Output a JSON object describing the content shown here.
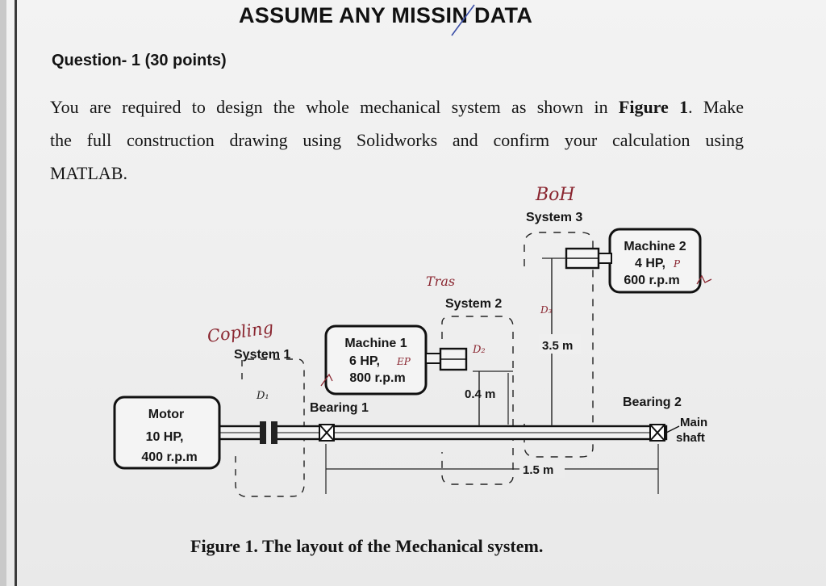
{
  "header": {
    "title": "ASSUME ANY MISSIN DATA"
  },
  "question": {
    "heading": "Question- 1 (30 points)",
    "line1_pre": "You are required to design the whole mechanical system as shown in",
    "line1_bold": "Figure 1",
    "line1_post": ". Make",
    "line2": "the full construction drawing using Solidworks and confirm your calculation using",
    "line3": "MATLAB."
  },
  "figure": {
    "caption": "Figure 1. The layout of the Mechanical system.",
    "motor": {
      "name": "Motor",
      "power": "10 HP,",
      "speed": "400 r.p.m"
    },
    "machine1": {
      "name": "Machine 1",
      "power": "6 HP,",
      "speed": "800 r.p.m"
    },
    "machine2": {
      "name": "Machine 2",
      "power": "4 HP,",
      "speed": "600 r.p.m"
    },
    "system1": "System 1",
    "system2": "System 2",
    "system3": "System 3",
    "bearing1": "Bearing 1",
    "bearing2": "Bearing 2",
    "main_shaft_line1": "Main",
    "main_shaft_line2": "shaft",
    "dim_04": "0.4 m",
    "dim_35": "3.5 m",
    "dim_15": "1.5 m"
  },
  "annotations": {
    "coupling": "Copling",
    "d1": "D₁",
    "trans": "Tras",
    "d2": "D₂",
    "bh": "BoH",
    "d3": "D₃",
    "ep": "EP",
    "p": "P"
  }
}
